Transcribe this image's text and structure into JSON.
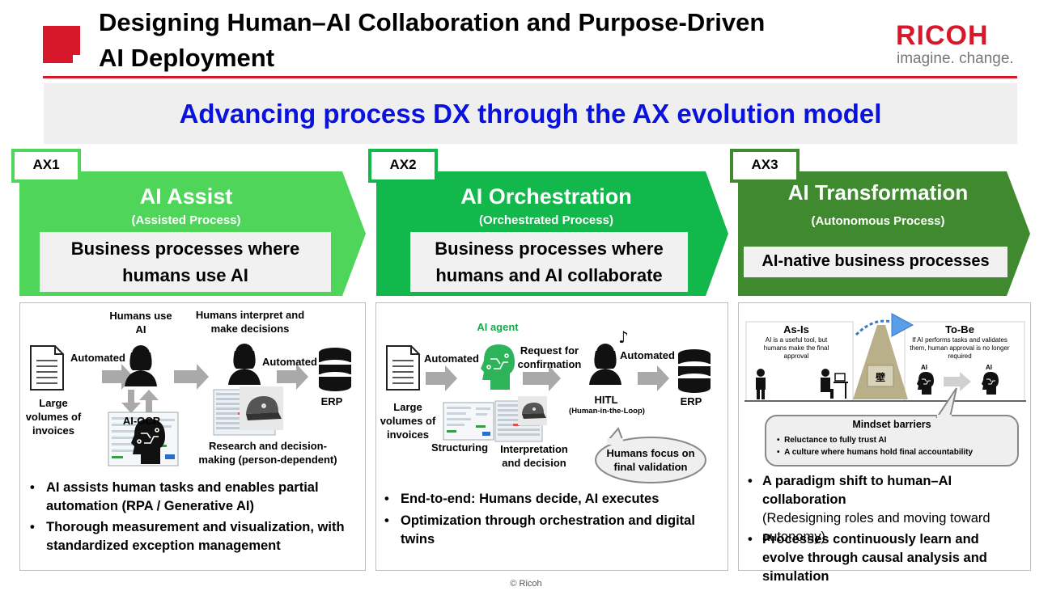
{
  "header": {
    "title_line1": "Designing Human–AI Collaboration and Purpose-Driven",
    "title_line2": "AI Deployment",
    "brand": "RICOH",
    "tagline": "imagine. change.",
    "accent": "#d7182a"
  },
  "banner": {
    "text": "Advancing process DX through the AX evolution model",
    "color": "#0a12e0"
  },
  "stages": [
    {
      "tag": "AX1",
      "title": "AI Assist",
      "subtitle": "(Assisted Process)",
      "desc1": "Business processes where",
      "desc2": "humans use AI",
      "color": "#4fd65a"
    },
    {
      "tag": "AX2",
      "title": "AI Orchestration",
      "subtitle": "(Orchestrated Process)",
      "desc1": "Business processes where",
      "desc2": "humans and AI collaborate",
      "color": "#13b84c"
    },
    {
      "tag": "AX3",
      "title": "AI Transformation",
      "subtitle": "(Autonomous Process)",
      "desc1": "AI-native business processes",
      "color": "#3f8a2f"
    }
  ],
  "ax1": {
    "humans_use_ai": "Humans use AI",
    "humans_interpret": "Humans interpret and make decisions",
    "automated1": "Automated",
    "automated2": "Automated",
    "erp": "ERP",
    "invoices": "Large volumes of invoices",
    "ai_ocr": "AI-OCR",
    "research": "Research and decision-making (person-dependent)",
    "bullets": [
      "AI assists human tasks and enables partial automation (RPA / Generative AI)",
      "Thorough measurement and visualization, with standardized exception management"
    ]
  },
  "ax2": {
    "ai_agent": "AI agent",
    "automated1": "Automated",
    "automated2": "Automated",
    "request": "Request for confirmation",
    "hitl": "HITL",
    "hitl_sub": "(Human-in-the-Loop)",
    "erp": "ERP",
    "invoices": "Large volumes of invoices",
    "structuring": "Structuring",
    "interpretation": "Interpretation and decision",
    "focus": "Humans focus on final validation",
    "bullets": [
      "End-to-end: Humans decide, AI executes",
      "Optimization through orchestration and digital twins"
    ]
  },
  "ax3": {
    "as_is": "As-Is",
    "as_is_desc": "AI is a useful tool, but humans make the final approval",
    "to_be": "To-Be",
    "to_be_desc": "If AI performs tasks and validates them, human approval is no longer required",
    "ai_left": "AI",
    "ai_right": "AI",
    "wall": "壁",
    "mindset_title": "Mindset barriers",
    "mindset_items": [
      "Reluctance to fully trust AI",
      "A culture where humans hold final accountability"
    ],
    "bullet1_bold": "A paradigm shift to human–AI collaboration",
    "bullet1_normal": "(Redesigning roles and moving toward autonomy)",
    "bullet2": "Processes continuously learn and evolve through causal analysis and simulation"
  },
  "footer": {
    "copyright": "© Ricoh"
  }
}
